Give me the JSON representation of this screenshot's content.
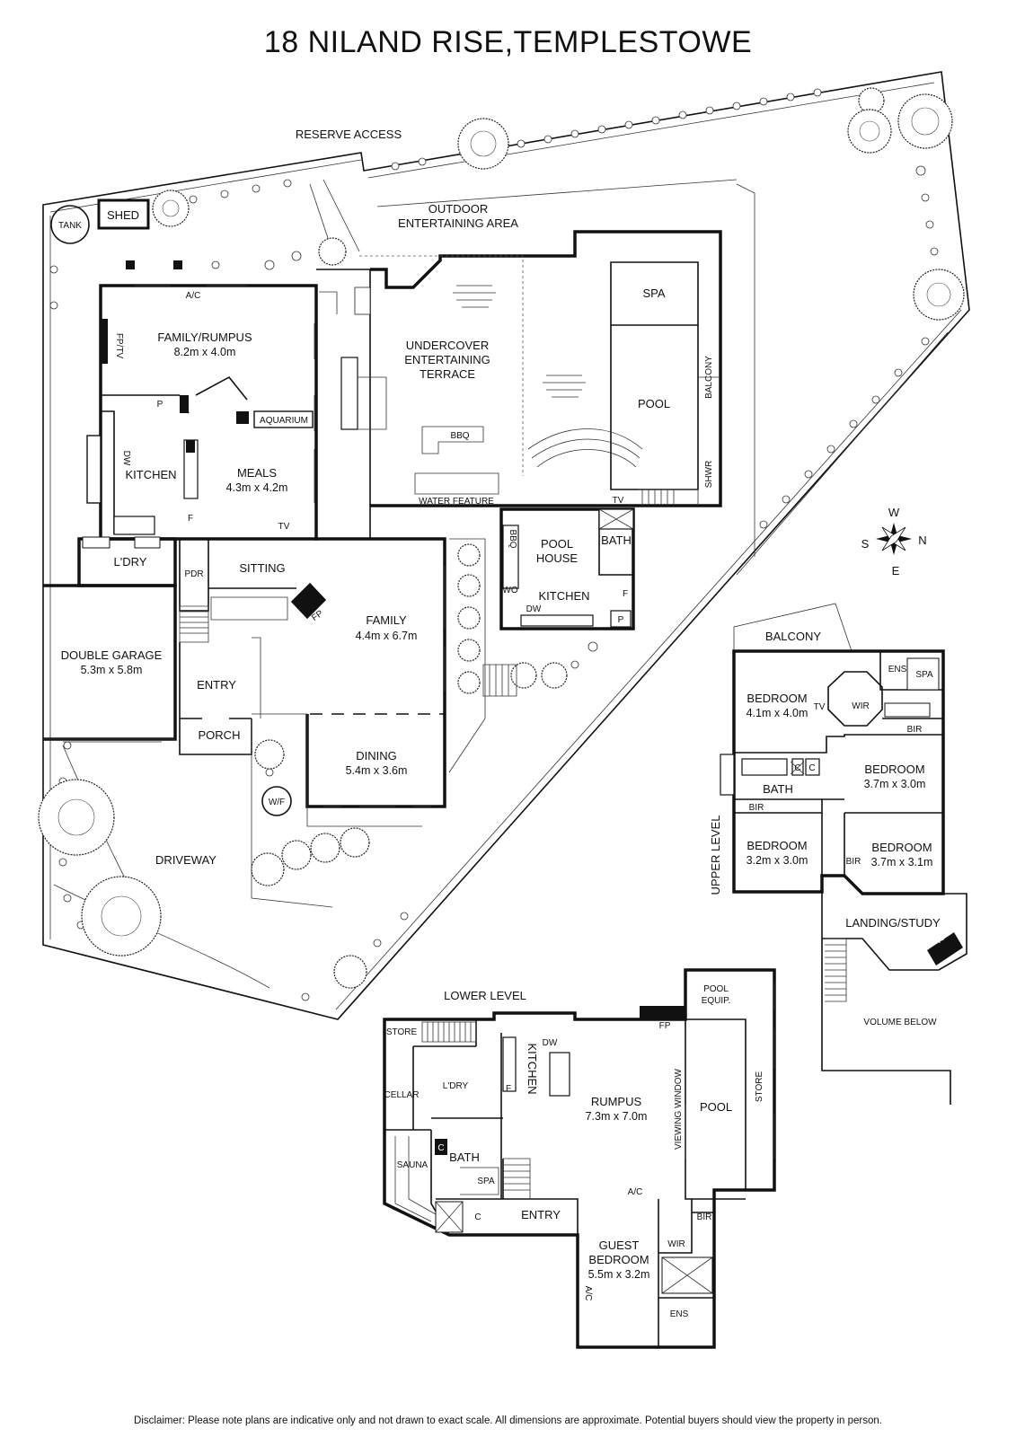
{
  "title": "18 NILAND RISE,TEMPLESTOWE",
  "disclaimer": "Disclaimer: Please note plans are indicative only and not drawn to exact scale. All dimensions are approximate. Potential buyers should view the property in person.",
  "compass": {
    "w": "W",
    "n": "N",
    "e": "E",
    "s": "S"
  },
  "ground": {
    "reserve_access": "RESERVE ACCESS",
    "outdoor_1": "OUTDOOR",
    "outdoor_2": "ENTERTAINING AREA",
    "tank": "TANK",
    "shed": "SHED",
    "ac": "A/C",
    "family_rumpus": "FAMILY/RUMPUS",
    "family_rumpus_dim": "8.2m x 4.0m",
    "fptv": "FP/TV",
    "p": "P",
    "aquarium": "AQUARIUM",
    "dw": "DW",
    "kitchen": "KITCHEN",
    "meals": "MEALS",
    "meals_dim": "4.3m x 4.2m",
    "f": "F",
    "tv": "TV",
    "undercover_1": "UNDERCOVER",
    "undercover_2": "ENTERTAINING",
    "undercover_3": "TERRACE",
    "bbq": "BBQ",
    "water_feature": "WATER FEATURE",
    "spa": "SPA",
    "pool": "POOL",
    "balcony": "BALCONY",
    "shwr": "SHWR",
    "ldry": "L'DRY",
    "sitting": "SITTING",
    "pdr": "PDR",
    "fp": "FP",
    "family": "FAMILY",
    "family_dim": "4.4m x 6.7m",
    "pool_house_1": "POOL",
    "pool_house_2": "HOUSE",
    "bath": "BATH",
    "ph_kitchen": "KITCHEN",
    "ph_bbq": "BBQ",
    "ph_wo": "WO",
    "ph_dw": "DW",
    "ph_f": "F",
    "ph_p": "P",
    "ph_tv": "TV",
    "double_garage": "DOUBLE GARAGE",
    "double_garage_dim": "5.3m x 5.8m",
    "entry": "ENTRY",
    "porch": "PORCH",
    "dining": "DINING",
    "dining_dim": "5.4m x 3.6m",
    "wf": "W/F",
    "driveway": "DRIVEWAY"
  },
  "upper": {
    "balcony": "BALCONY",
    "ens": "ENS",
    "spa": "SPA",
    "wir": "WIR",
    "bir": "BIR",
    "bedroom1": "BEDROOM",
    "bedroom1_dim": "4.1m x 4.0m",
    "tv": "TV",
    "c1": "C",
    "c2": "C",
    "bath": "BATH",
    "bir2": "BIR",
    "bedroom2": "BEDROOM",
    "bedroom2_dim": "3.7m x 3.0m",
    "bedroom3": "BEDROOM",
    "bedroom3_dim": "3.2m x 3.0m",
    "bir3": "BIR",
    "bedroom4": "BEDROOM",
    "bedroom4_dim": "3.7m x 3.1m",
    "level": "UPPER LEVEL",
    "landing": "LANDING/STUDY",
    "fp": "FP",
    "volume_below": "VOLUME BELOW"
  },
  "lower": {
    "level": "LOWER LEVEL",
    "store": "STORE",
    "dw": "DW",
    "kitchen": "KITCHEN",
    "fp": "FP",
    "pool_equip_1": "POOL",
    "pool_equip_2": "EQUIP.",
    "ldry": "L'DRY",
    "cellar": "CELLAR",
    "f": "F",
    "rumpus": "RUMPUS",
    "rumpus_dim": "7.3m x 7.0m",
    "viewing_window": "VIEWING WINDOW",
    "pool": "POOL",
    "store2": "STORE",
    "c": "C",
    "sauna": "SAUNA",
    "bath": "BATH",
    "spa": "SPA",
    "ac": "A/C",
    "c2": "C",
    "entry": "ENTRY",
    "bir": "BIR",
    "guest_1": "GUEST",
    "guest_2": "BEDROOM",
    "guest_dim": "5.5m x 3.2m",
    "wir": "WIR",
    "ac2": "A/C",
    "ens": "ENS"
  }
}
